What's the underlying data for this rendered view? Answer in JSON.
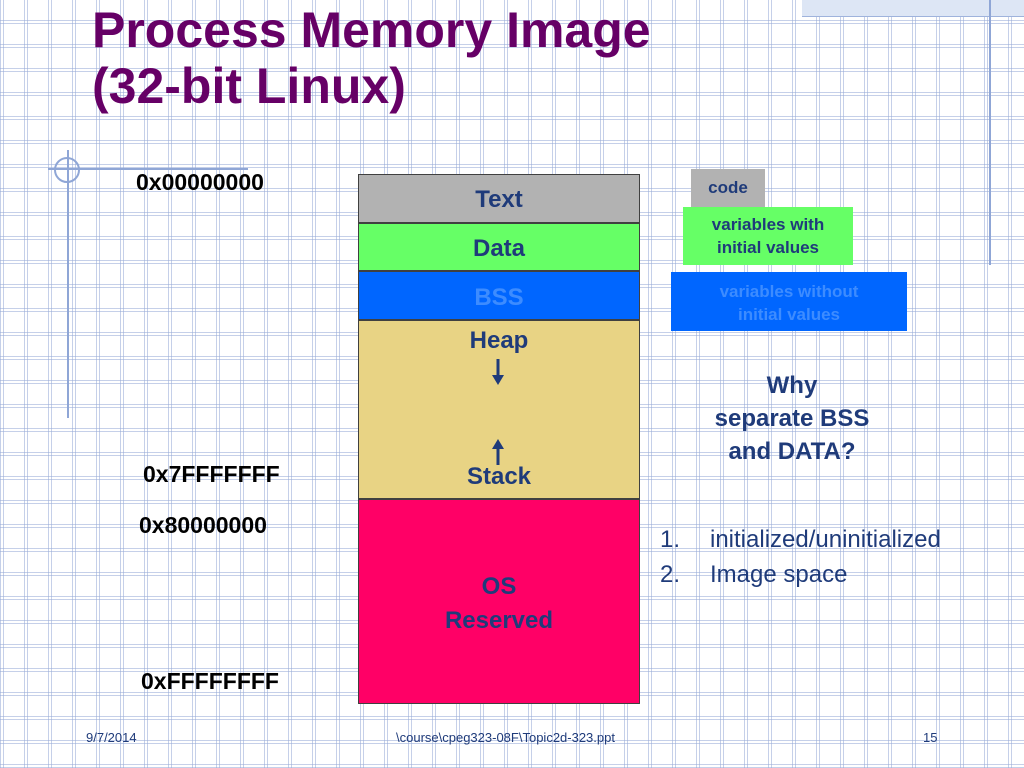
{
  "title": {
    "line1": "Process Memory Image",
    "line2": "(32-bit Linux)"
  },
  "addresses": {
    "start": "0x00000000",
    "user_end": "0x7FFFFFFF",
    "kernel_start": "0x80000000",
    "end": "0xFFFFFFFF"
  },
  "segments": {
    "text": "Text",
    "data": "Data",
    "bss": "BSS",
    "heap": "Heap",
    "stack": "Stack",
    "os_line1": "OS",
    "os_line2": "Reserved"
  },
  "legend": {
    "code": "code",
    "init_line1": "variables with",
    "init_line2": "initial values",
    "noinit_line1": "variables without",
    "noinit_line2": "initial values"
  },
  "question": {
    "line1": "Why",
    "line2": "separate BSS",
    "line3": "and DATA?"
  },
  "answers": [
    {
      "number": "1.",
      "text": "initialized/uninitialized"
    },
    {
      "number": "2.",
      "text": "Image space"
    }
  ],
  "footer": {
    "date": "9/7/2014",
    "path": "\\course\\cpeg323-08F\\Topic2d-323.ppt",
    "page": "15"
  },
  "colors": {
    "title": "#660066",
    "text_segment": "#b2b2b2",
    "data_segment": "#66ff66",
    "bss_segment": "#0066ff",
    "heap_stack_segment": "#e8d384",
    "os_segment": "#ff0066",
    "body_text": "#1f3b7a"
  }
}
